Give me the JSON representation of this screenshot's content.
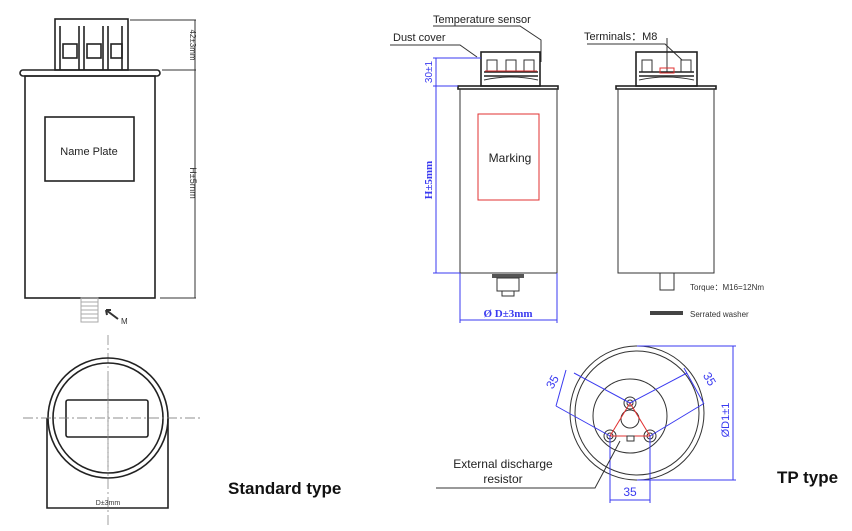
{
  "standard": {
    "title": "Standard type",
    "name_plate": "Name Plate",
    "dim_terminal": "42±3mm",
    "dim_height": "H±5mm",
    "stud_label": "M",
    "dim_diameter": "D±3mm"
  },
  "tp": {
    "title": "TP type",
    "temperature_sensor": "Temperature sensor",
    "dust_cover": "Dust cover",
    "terminals": "Terminals：M8",
    "marking": "Marking",
    "dim_cover": "30±1",
    "dim_height": "H±5mm",
    "dim_diameter": "Ø D±3mm",
    "torque": "Torque：M16=12Nm",
    "serrated_washer": "Serrated washer",
    "dim_spacing_left": "35",
    "dim_spacing_right": "35",
    "dim_spacing_bottom": "35",
    "dim_d1": "ØD1±1",
    "discharge_line1": "External discharge",
    "discharge_line2": "resistor"
  },
  "colors": {
    "dimension": "#3a3af0",
    "marking": "#e03030"
  }
}
